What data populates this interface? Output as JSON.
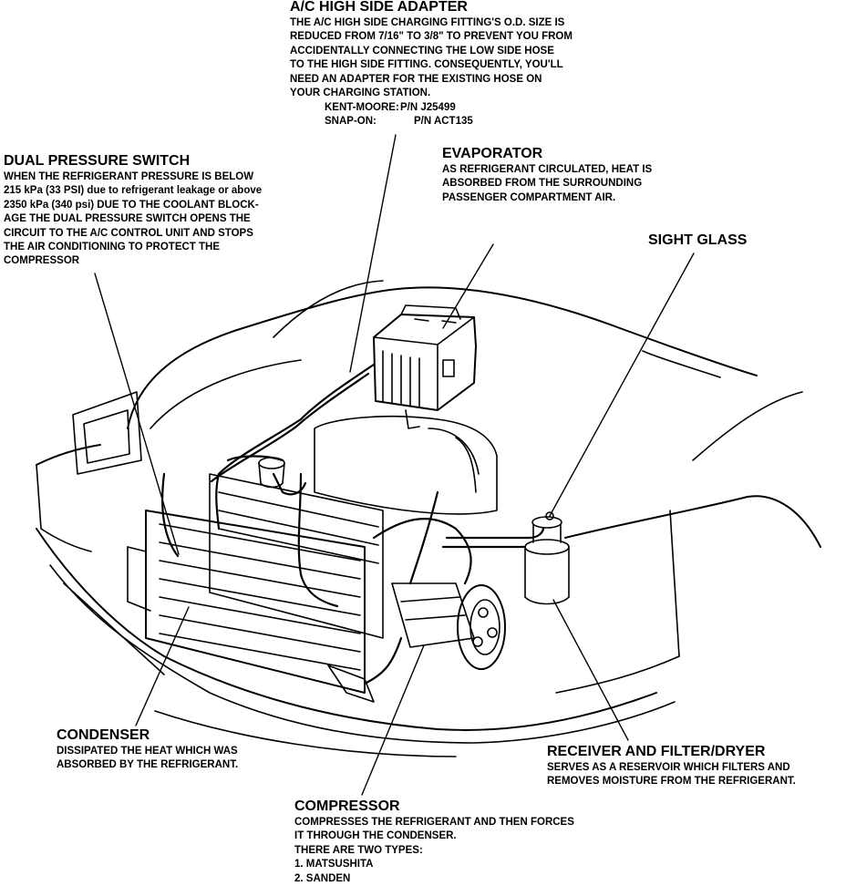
{
  "callouts": {
    "ac_adapter": {
      "title": "A/C HIGH SIDE ADAPTER",
      "lines": [
        "THE A/C HIGH SIDE CHARGING FITTING'S O.D. SIZE IS",
        "REDUCED FROM 7/16\" TO 3/8\" TO PREVENT YOU FROM",
        "ACCIDENTALLY CONNECTING THE LOW SIDE HOSE",
        "TO THE HIGH SIDE FITTING. CONSEQUENTLY, YOU'LL",
        "NEED AN ADAPTER FOR THE EXISTING HOSE ON",
        "YOUR CHARGING STATION."
      ],
      "parts": [
        {
          "brand": "KENT-MOORE:",
          "number": "P/N J25499"
        },
        {
          "brand": "SNAP-ON:",
          "number": "P/N ACT135"
        }
      ]
    },
    "dual_switch": {
      "title": "DUAL PRESSURE SWITCH",
      "lines": [
        "WHEN THE REFRIGERANT PRESSURE IS BELOW",
        "215 kPa (33 PSI) due to refrigerant leakage or above",
        "2350 kPa (340 psi) DUE TO THE COOLANT BLOCK-",
        "AGE THE DUAL PRESSURE SWITCH OPENS THE",
        "CIRCUIT TO THE A/C CONTROL UNIT AND STOPS",
        "THE AIR CONDITIONING TO PROTECT THE",
        "COMPRESSOR"
      ]
    },
    "evaporator": {
      "title": "EVAPORATOR",
      "lines": [
        "AS REFRIGERANT CIRCULATED, HEAT IS",
        "ABSORBED FROM THE SURROUNDING",
        "PASSENGER COMPARTMENT AIR."
      ]
    },
    "sight_glass": {
      "title": "SIGHT GLASS",
      "lines": []
    },
    "condenser": {
      "title": "CONDENSER",
      "lines": [
        "DISSIPATED THE HEAT WHICH WAS",
        "ABSORBED BY THE REFRIGERANT."
      ]
    },
    "receiver": {
      "title": "RECEIVER AND FILTER/DRYER",
      "lines": [
        "SERVES AS A RESERVOIR WHICH FILTERS AND",
        "REMOVES MOISTURE FROM THE REFRIGERANT."
      ]
    },
    "compressor": {
      "title": "COMPRESSOR",
      "lines": [
        "COMPRESSES THE REFRIGERANT AND THEN FORCES",
        "IT THROUGH THE CONDENSER.",
        "THERE ARE TWO TYPES:",
        "1. MATSUSHITA",
        "2. SANDEN"
      ]
    }
  },
  "colors": {
    "ink": "#000000",
    "paper": "#ffffff"
  }
}
